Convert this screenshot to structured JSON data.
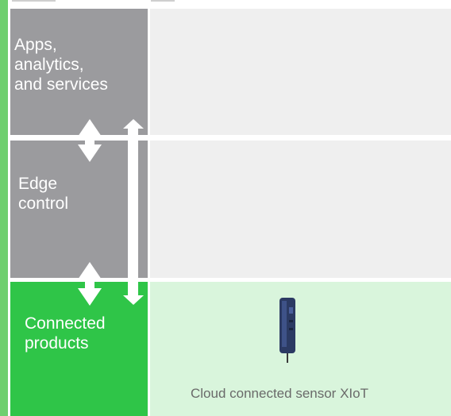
{
  "layers": [
    {
      "label_lines": [
        "Apps,",
        "analytics,",
        "and services"
      ]
    },
    {
      "label_lines": [
        "Edge",
        "control"
      ]
    },
    {
      "label_lines": [
        "Connected",
        "products"
      ]
    }
  ],
  "caption": "Cloud connected sensor XIoT",
  "colors": {
    "layer_gray": "#9b9b9e",
    "layer_green": "#2fc548",
    "detail_gray": "#efefef",
    "detail_green": "#d9f5dc",
    "edge_strip": "#6fcf6f"
  },
  "icons": [
    "up-down-arrow-icon",
    "up-arrow-icon",
    "sensor-device-icon"
  ]
}
